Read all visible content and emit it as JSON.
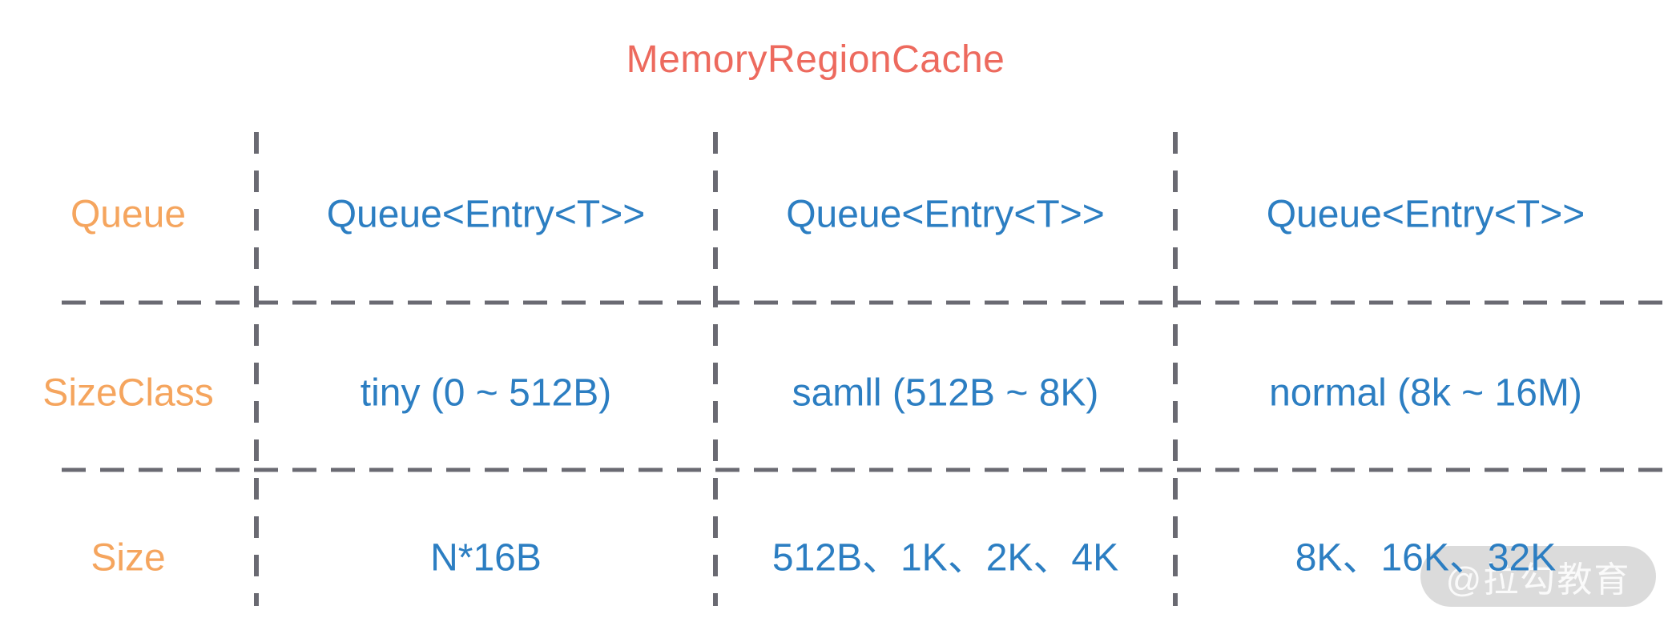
{
  "title": "MemoryRegionCache",
  "table": {
    "rows": [
      {
        "label": "Queue",
        "cells": [
          "Queue<Entry<T>>",
          "Queue<Entry<T>>",
          "Queue<Entry<T>>"
        ]
      },
      {
        "label": "SizeClass",
        "cells": [
          "tiny (0 ~ 512B)",
          "samll (512B ~ 8K)",
          "normal (8k ~ 16M)"
        ]
      },
      {
        "label": "Size",
        "cells": [
          "N*16B",
          "512B、1K、2K、4K",
          "8K、16K、32K"
        ]
      }
    ]
  },
  "watermark": {
    "text": "@拉勾教育"
  },
  "colors": {
    "title": "#ED6A5E",
    "label": "#F5A55E",
    "cell": "#2C7EC2",
    "dash": "#6A6A72",
    "watermark_bg": "#DBDBDB",
    "watermark_text": "#FFFFFF"
  }
}
